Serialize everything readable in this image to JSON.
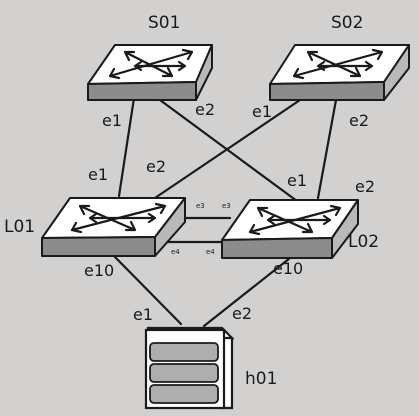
{
  "nodes": {
    "s01": "S01",
    "s02": "S02",
    "l01": "L01",
    "l02": "L02",
    "h01": "h01"
  },
  "ports": {
    "s01_left": "e1",
    "s01_right": "e2",
    "s02_left": "e1",
    "s02_right": "e2",
    "l01_up_left": "e1",
    "l01_up_right": "e2",
    "l02_up_left": "e1",
    "l02_up_right": "e2",
    "l01_peer_top": "e3",
    "l02_peer_top": "e3",
    "l01_peer_bottom": "e4",
    "l02_peer_bottom": "e4",
    "l01_down": "e10",
    "l02_down": "e10",
    "h01_left": "e1",
    "h01_right": "e2"
  },
  "colors": {
    "background": "#d3d1d0",
    "stroke": "#1a1a1a",
    "switch_top": "#ffffff",
    "switch_front": "#8c8c8c",
    "host_slot": "#aeaeae"
  }
}
